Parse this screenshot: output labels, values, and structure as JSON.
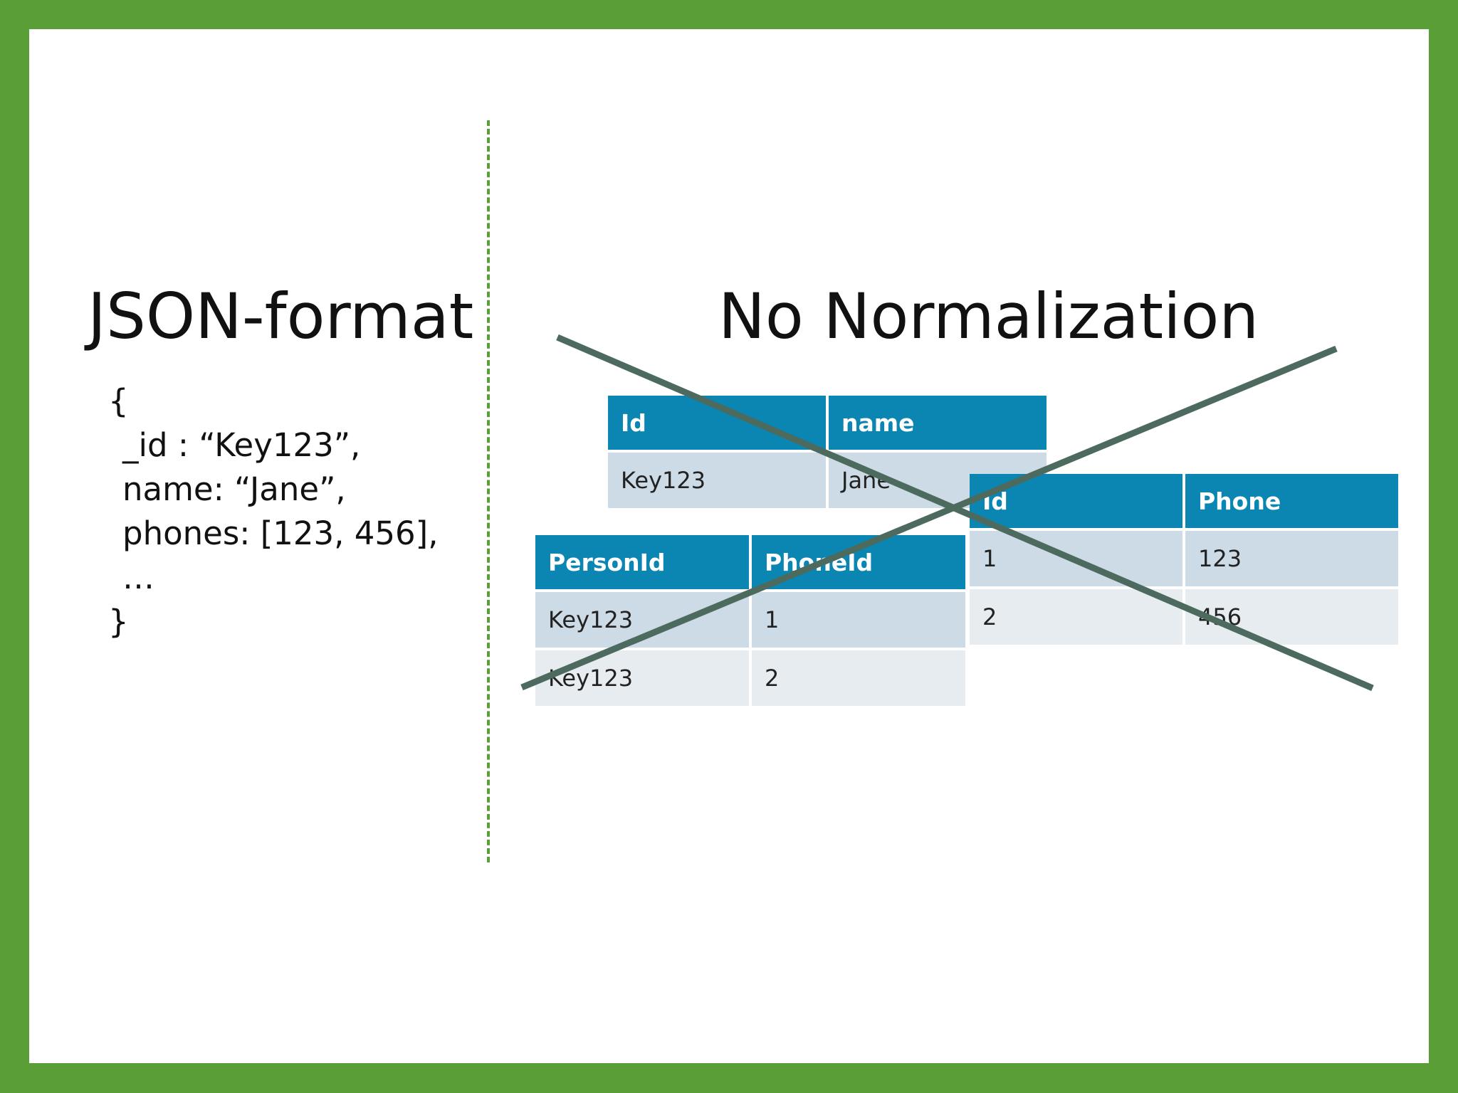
{
  "left": {
    "title": "JSON-format",
    "json_lines": [
      "{",
      "_id : “Key123”,",
      "name: “Jane”,",
      "phones: [123, 456],",
      "…",
      "}"
    ]
  },
  "right": {
    "title": "No Normalization",
    "person_table": {
      "headers": [
        "Id",
        "name"
      ],
      "rows": [
        [
          "Key123",
          "Jane"
        ]
      ]
    },
    "phone_table": {
      "headers": [
        "Id",
        "Phone"
      ],
      "rows": [
        [
          "1",
          "123"
        ],
        [
          "2",
          "456"
        ]
      ]
    },
    "link_table": {
      "headers": [
        "PersonId",
        "PhoneId"
      ],
      "rows": [
        [
          "Key123",
          "1"
        ],
        [
          "Key123",
          "2"
        ]
      ]
    }
  },
  "colors": {
    "frame": "#5a9e38",
    "header": "#0b86b3",
    "row_dark": "#cddbe6",
    "row_light": "#e7ecf1",
    "cross": "#4d6a5f"
  }
}
